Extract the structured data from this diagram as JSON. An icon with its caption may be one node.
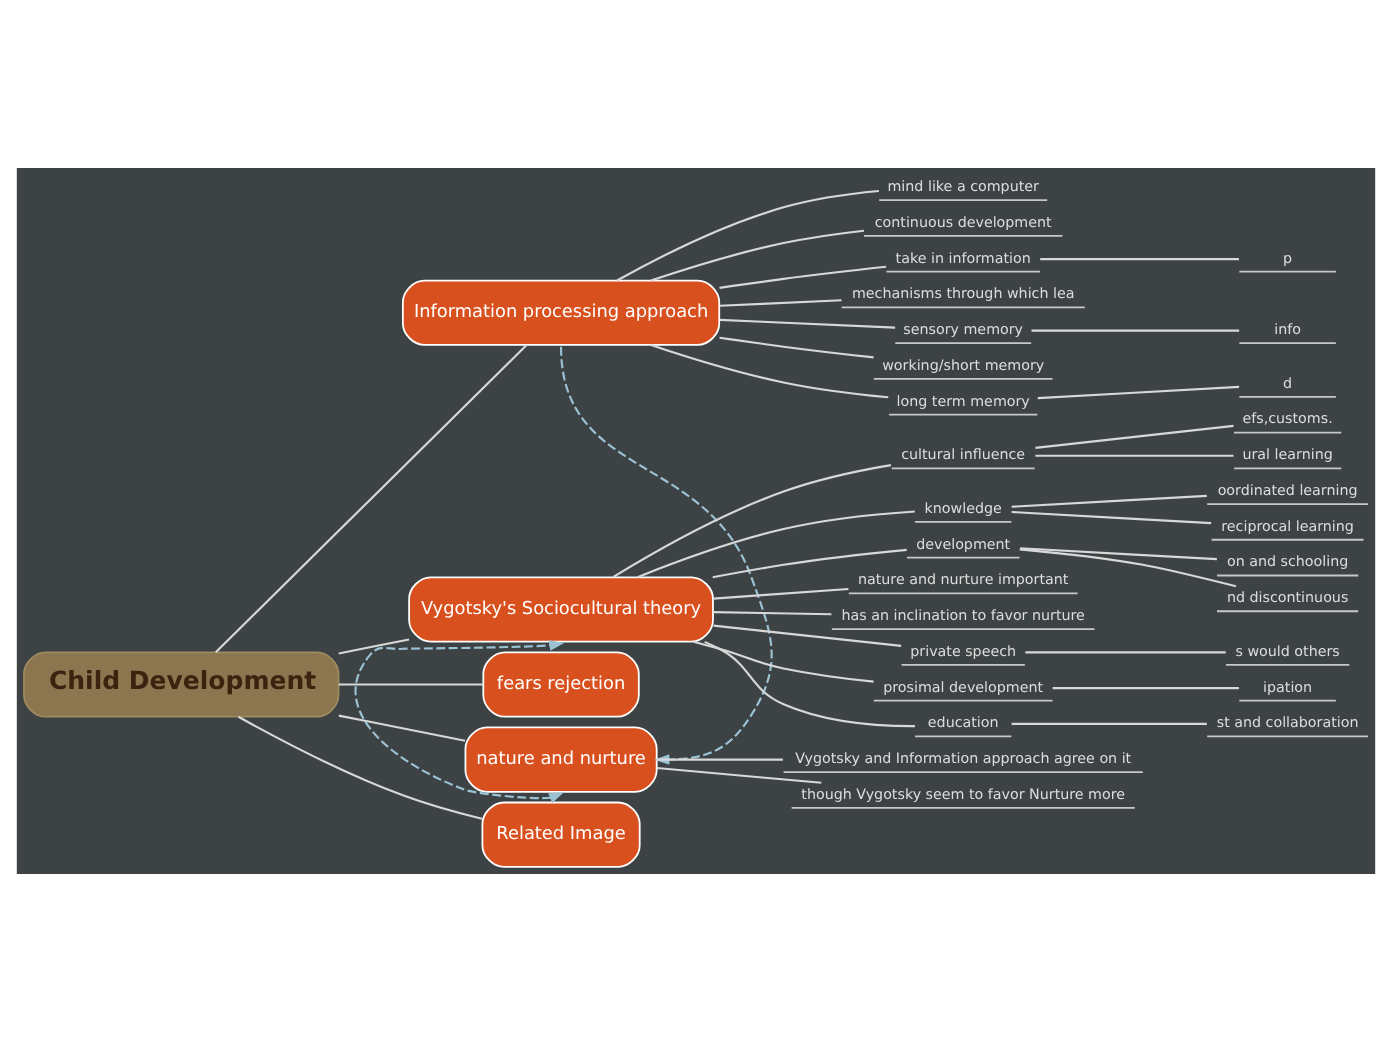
{
  "diagram": {
    "nodes": [
      {
        "text": [
          "Child Development"
        ]
      },
      {
        "text": [
          "Information processing approach"
        ]
      },
      {
        "text": [
          "Vygotsky's Sociocultural theory"
        ]
      },
      {
        "text": [
          "fears rejection"
        ]
      },
      {
        "text": [
          "nature and nurture"
        ]
      },
      {
        "text": [
          "Related Image"
        ]
      },
      {
        "text": [
          "cultural influence"
        ]
      },
      {
        "text": [
          "efs,customs."
        ]
      },
      {
        "text": [
          "ural learning"
        ]
      },
      {
        "text": [
          "knowledge"
        ]
      },
      {
        "text": [
          "oordinated learning"
        ]
      },
      {
        "text": [
          "reciprocal learning"
        ]
      },
      {
        "text": [
          "development"
        ]
      },
      {
        "text": [
          "on and schooling"
        ]
      },
      {
        "text": [
          "nd discontinuous"
        ]
      },
      {
        "text": [
          "nature and nurture important"
        ]
      },
      {
        "text": [
          "has an inclination to favor nurture"
        ]
      },
      {
        "text": [
          "private speech"
        ]
      },
      {
        "text": [
          "s would others"
        ]
      },
      {
        "text": [
          "prosimal development"
        ]
      },
      {
        "text": [
          "ipation"
        ]
      },
      {
        "text": [
          "education"
        ]
      },
      {
        "text": [
          "st and collaboration"
        ]
      },
      {
        "text": [
          "mind like a computer"
        ]
      },
      {
        "text": [
          "continuous development"
        ]
      },
      {
        "text": [
          "take in information"
        ]
      },
      {
        "text": [
          "p"
        ]
      },
      {
        "text": [
          "mechanisms through which lea"
        ]
      },
      {
        "text": [
          "sensory memory"
        ]
      },
      {
        "text": [
          "info"
        ]
      },
      {
        "text": [
          "working/short memory"
        ]
      },
      {
        "text": [
          "long term memory"
        ]
      },
      {
        "text": [
          "d"
        ]
      },
      {
        "text": [
          "Vygotsky and Information approach agree on it"
        ]
      },
      {
        "text": [
          "though Vygotsky seem to favor Nurture more"
        ]
      }
    ],
    "edges": [
      {
        "from": 0,
        "to": 1,
        "arrow": "none"
      },
      {
        "from": 0,
        "to": 2,
        "arrow": "none"
      },
      {
        "from": 0,
        "to": 3,
        "arrow": "none"
      },
      {
        "from": 0,
        "to": 4,
        "arrow": "none"
      },
      {
        "from": 0,
        "to": 5,
        "arrow": "none"
      },
      {
        "from": 2,
        "to": 6,
        "arrow": "none"
      },
      {
        "from": 6,
        "to": 7,
        "arrow": "none"
      },
      {
        "from": 6,
        "to": 8,
        "arrow": "none"
      },
      {
        "from": 2,
        "to": 9,
        "arrow": "none"
      },
      {
        "from": 9,
        "to": 10,
        "arrow": "none"
      },
      {
        "from": 9,
        "to": 11,
        "arrow": "none"
      },
      {
        "from": 2,
        "to": 12,
        "arrow": "none"
      },
      {
        "from": 12,
        "to": 13,
        "arrow": "none"
      },
      {
        "from": 12,
        "to": 14,
        "arrow": "none"
      },
      {
        "from": 2,
        "to": 15,
        "arrow": "none"
      },
      {
        "from": 2,
        "to": 16,
        "arrow": "none"
      },
      {
        "from": 2,
        "to": 17,
        "arrow": "none"
      },
      {
        "from": 17,
        "to": 18,
        "arrow": "none"
      },
      {
        "from": 2,
        "to": 19,
        "arrow": "none"
      },
      {
        "from": 19,
        "to": 20,
        "arrow": "none"
      },
      {
        "from": 2,
        "to": 21,
        "arrow": "none"
      },
      {
        "from": 21,
        "to": 22,
        "arrow": "none"
      },
      {
        "from": 1,
        "to": 23,
        "arrow": "none"
      },
      {
        "from": 1,
        "to": 24,
        "arrow": "none"
      },
      {
        "from": 1,
        "to": 25,
        "arrow": "none"
      },
      {
        "from": 25,
        "to": 26,
        "arrow": "none"
      },
      {
        "from": 1,
        "to": 27,
        "arrow": "none"
      },
      {
        "from": 1,
        "to": 28,
        "arrow": "none"
      },
      {
        "from": 28,
        "to": 29,
        "arrow": "none"
      },
      {
        "from": 1,
        "to": 30,
        "arrow": "none"
      },
      {
        "from": 1,
        "to": 31,
        "arrow": "none"
      },
      {
        "from": 31,
        "to": 32,
        "arrow": "none"
      },
      {
        "from": 4,
        "to": 33,
        "arrow": "none"
      },
      {
        "from": 4,
        "to": 34,
        "arrow": "none"
      },
      {
        "from": 4,
        "to": 2,
        "arrow": "both",
        "style": "dashed",
        "color": "#9cc3d5"
      },
      {
        "from": 1,
        "to": 4,
        "arrow": "to",
        "style": "dashed",
        "color": "#9cc3d5"
      }
    ]
  }
}
